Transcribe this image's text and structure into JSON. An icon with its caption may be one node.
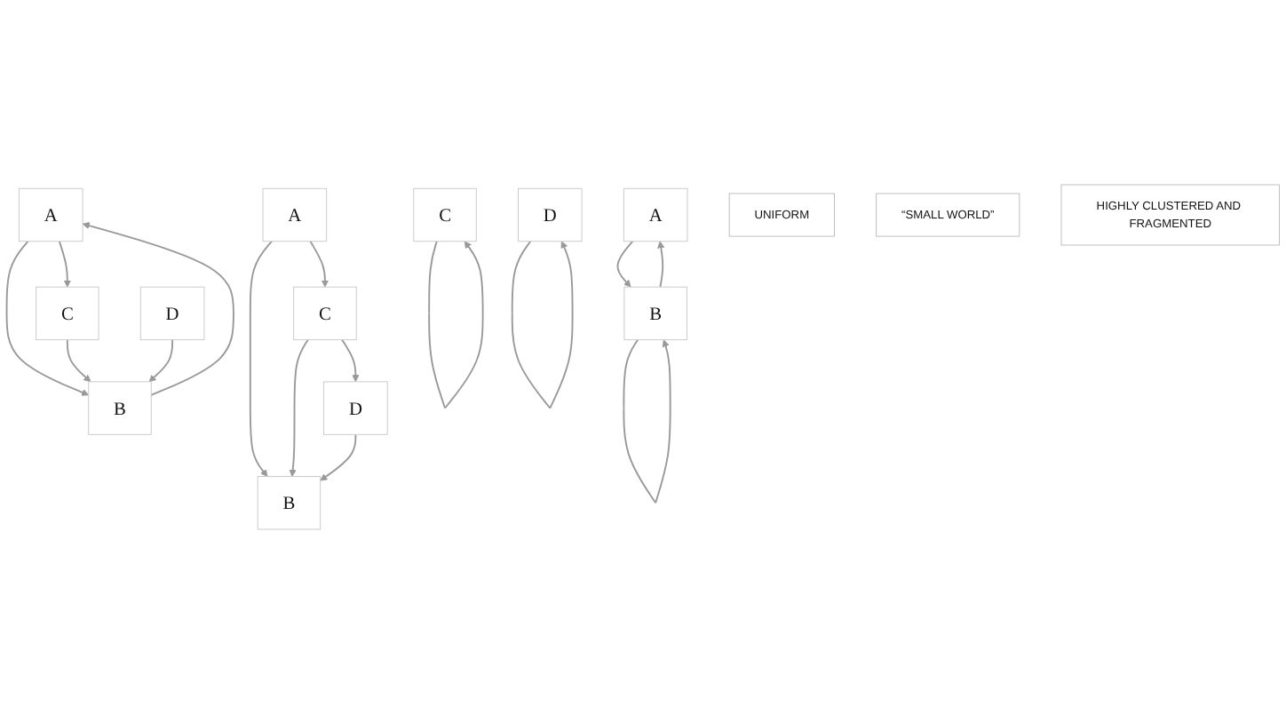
{
  "diagram": {
    "nodes": [
      {
        "text": [
          "A"
        ]
      },
      {
        "text": [
          "B"
        ]
      },
      {
        "text": [
          "C"
        ]
      },
      {
        "text": [
          "D"
        ]
      },
      {
        "text": [
          "A"
        ]
      },
      {
        "text": [
          "B"
        ]
      },
      {
        "text": [
          "C"
        ]
      },
      {
        "text": [
          "D"
        ]
      },
      {
        "text": [
          "A"
        ]
      },
      {
        "text": [
          "B"
        ]
      },
      {
        "text": [
          "C"
        ]
      },
      {
        "text": [
          "D"
        ]
      },
      {
        "text": [
          "UNIFORM"
        ]
      },
      {
        "text": [
          "“SMALL WORLD”"
        ]
      },
      {
        "text": [
          "HIGHLY CLUSTERED AND FRAGMENTED"
        ]
      }
    ],
    "edges": [
      {
        "from": 0,
        "to": 1,
        "arrow": "to"
      },
      {
        "from": 0,
        "to": 2,
        "arrow": "to"
      },
      {
        "from": 2,
        "to": 1,
        "arrow": "to"
      },
      {
        "from": 2,
        "to": 3,
        "arrow": "to"
      },
      {
        "from": 3,
        "to": 1,
        "arrow": "to"
      },
      {
        "from": 5,
        "to": 4,
        "arrow": "to"
      },
      {
        "from": 4,
        "to": 5,
        "arrow": "to"
      },
      {
        "from": 4,
        "to": 6,
        "arrow": "to"
      },
      {
        "from": 6,
        "to": 5,
        "arrow": "to"
      },
      {
        "from": 7,
        "to": 5,
        "arrow": "to"
      },
      {
        "from": 9,
        "to": 8,
        "arrow": "to"
      },
      {
        "from": 8,
        "to": 9,
        "arrow": "to"
      },
      {
        "from": 9,
        "to": 9,
        "arrow": "to"
      },
      {
        "from": 10,
        "to": 10,
        "arrow": "to"
      },
      {
        "from": 11,
        "to": 11,
        "arrow": "to"
      }
    ]
  }
}
